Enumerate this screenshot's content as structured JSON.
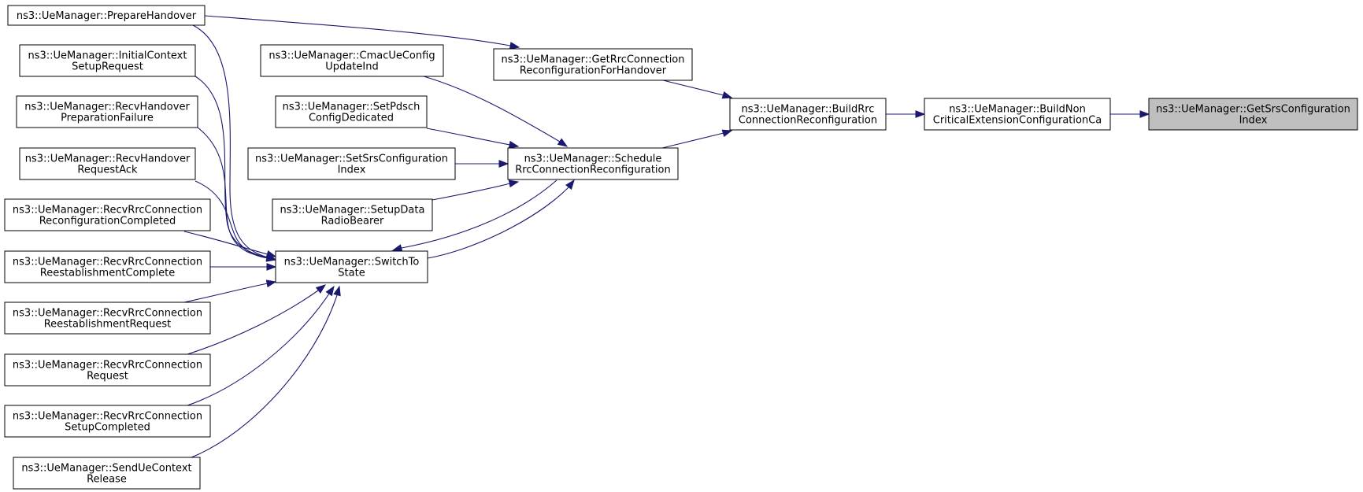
{
  "graph": {
    "colors": {
      "edge": "#191970",
      "root_fill": "#bfbfbf",
      "node_fill": "#ffffff",
      "node_border": "#000000"
    },
    "nodes": [
      {
        "id": "get_srs_index",
        "lines": [
          "ns3::UeManager::GetSrsConfiguration",
          "Index"
        ],
        "root": true
      },
      {
        "id": "build_non_critical",
        "lines": [
          "ns3::UeManager::BuildNon",
          "CriticalExtensionConfigurationCa"
        ]
      },
      {
        "id": "build_rrc_reconf",
        "lines": [
          "ns3::UeManager::BuildRrc",
          "ConnectionReconfiguration"
        ]
      },
      {
        "id": "get_rrc_reconf_handover",
        "lines": [
          "ns3::UeManager::GetRrcConnection",
          "ReconfigurationForHandover"
        ]
      },
      {
        "id": "schedule_rrc_reconf",
        "lines": [
          "ns3::UeManager::Schedule",
          "RrcConnectionReconfiguration"
        ]
      },
      {
        "id": "prepare_handover",
        "lines": [
          "ns3::UeManager::PrepareHandover"
        ]
      },
      {
        "id": "cmac_ue_config",
        "lines": [
          "ns3::UeManager::CmacUeConfig",
          "UpdateInd"
        ]
      },
      {
        "id": "set_pdsch",
        "lines": [
          "ns3::UeManager::SetPdsch",
          "ConfigDedicated"
        ]
      },
      {
        "id": "set_srs_index",
        "lines": [
          "ns3::UeManager::SetSrsConfiguration",
          "Index"
        ]
      },
      {
        "id": "setup_data_radio",
        "lines": [
          "ns3::UeManager::SetupData",
          "RadioBearer"
        ]
      },
      {
        "id": "switch_to_state",
        "lines": [
          "ns3::UeManager::SwitchTo",
          "State"
        ]
      },
      {
        "id": "initial_context",
        "lines": [
          "ns3::UeManager::InitialContext",
          "SetupRequest"
        ]
      },
      {
        "id": "recv_ho_prep_fail",
        "lines": [
          "ns3::UeManager::RecvHandover",
          "PreparationFailure"
        ]
      },
      {
        "id": "recv_ho_req_ack",
        "lines": [
          "ns3::UeManager::RecvHandover",
          "RequestAck"
        ]
      },
      {
        "id": "recv_rrc_reconf_completed",
        "lines": [
          "ns3::UeManager::RecvRrcConnection",
          "ReconfigurationCompleted"
        ]
      },
      {
        "id": "recv_rrc_reest_complete",
        "lines": [
          "ns3::UeManager::RecvRrcConnection",
          "ReestablishmentComplete"
        ]
      },
      {
        "id": "recv_rrc_reest_request",
        "lines": [
          "ns3::UeManager::RecvRrcConnection",
          "ReestablishmentRequest"
        ]
      },
      {
        "id": "recv_rrc_request",
        "lines": [
          "ns3::UeManager::RecvRrcConnection",
          "Request"
        ]
      },
      {
        "id": "recv_rrc_setup_completed",
        "lines": [
          "ns3::UeManager::RecvRrcConnection",
          "SetupCompleted"
        ]
      },
      {
        "id": "send_ue_context_release",
        "lines": [
          "ns3::UeManager::SendUeContext",
          "Release"
        ]
      }
    ],
    "edges": [
      {
        "from": "build_non_critical",
        "to": "get_srs_index"
      },
      {
        "from": "build_rrc_reconf",
        "to": "build_non_critical"
      },
      {
        "from": "get_rrc_reconf_handover",
        "to": "build_rrc_reconf"
      },
      {
        "from": "schedule_rrc_reconf",
        "to": "build_rrc_reconf"
      },
      {
        "from": "prepare_handover",
        "to": "get_rrc_reconf_handover"
      },
      {
        "from": "cmac_ue_config",
        "to": "schedule_rrc_reconf"
      },
      {
        "from": "set_pdsch",
        "to": "schedule_rrc_reconf"
      },
      {
        "from": "set_srs_index",
        "to": "schedule_rrc_reconf"
      },
      {
        "from": "setup_data_radio",
        "to": "schedule_rrc_reconf"
      },
      {
        "from": "switch_to_state",
        "to": "schedule_rrc_reconf"
      },
      {
        "from": "schedule_rrc_reconf",
        "to": "switch_to_state"
      },
      {
        "from": "prepare_handover",
        "to": "switch_to_state"
      },
      {
        "from": "initial_context",
        "to": "switch_to_state"
      },
      {
        "from": "recv_ho_prep_fail",
        "to": "switch_to_state"
      },
      {
        "from": "recv_ho_req_ack",
        "to": "switch_to_state"
      },
      {
        "from": "recv_rrc_reconf_completed",
        "to": "switch_to_state"
      },
      {
        "from": "recv_rrc_reest_complete",
        "to": "switch_to_state"
      },
      {
        "from": "recv_rrc_reest_request",
        "to": "switch_to_state"
      },
      {
        "from": "recv_rrc_request",
        "to": "switch_to_state"
      },
      {
        "from": "recv_rrc_setup_completed",
        "to": "switch_to_state"
      },
      {
        "from": "send_ue_context_release",
        "to": "switch_to_state"
      }
    ]
  }
}
